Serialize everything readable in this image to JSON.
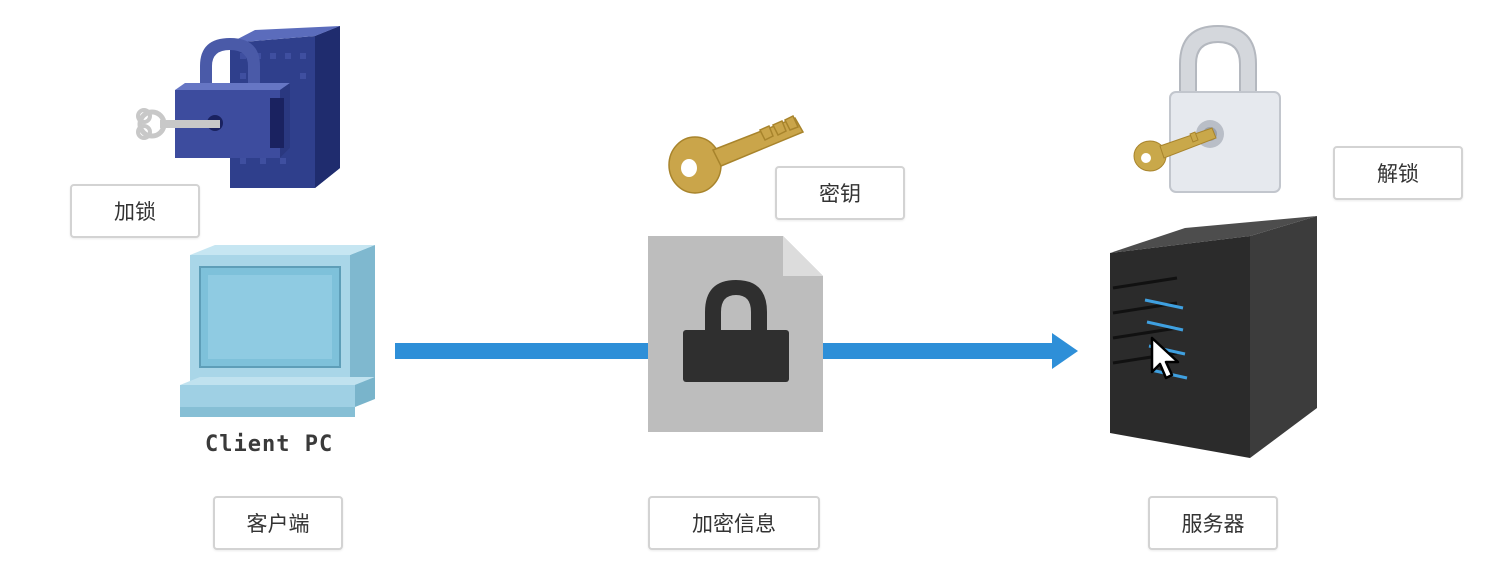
{
  "labels": {
    "lock": "加锁",
    "key": "密钥",
    "unlock": "解锁",
    "client": "客户端",
    "encrypted_info": "加密信息",
    "server": "服务器"
  },
  "captions": {
    "client_pc": "Client PC"
  },
  "icons": {
    "lock_cube": "padlock-with-key-cube-icon",
    "golden_key": "golden-key-icon",
    "padlock_key": "open-padlock-with-key-icon",
    "computer": "client-pc-icon",
    "encrypted_file": "locked-document-icon",
    "server": "server-tower-icon",
    "arrow": "flow-arrow",
    "cursor": "mouse-cursor-icon"
  },
  "colors": {
    "arrow": "#2e8fd8",
    "label_border": "#d3d3d3",
    "lock_cube": "#4a5aa8",
    "computer": "#8fc8e0",
    "server": "#2b2b2b",
    "key": "#c9a84a"
  }
}
